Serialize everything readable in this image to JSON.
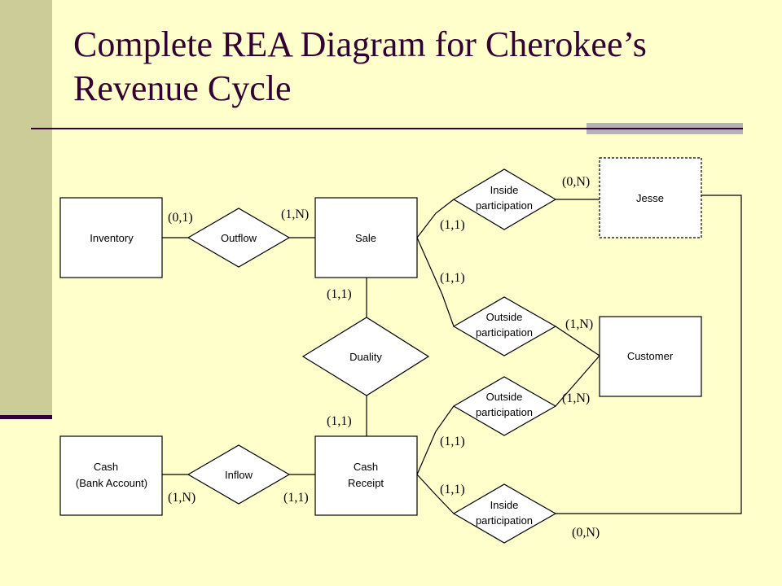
{
  "title": "Complete REA Diagram for Cherokee’s Revenue Cycle",
  "entities": {
    "inventory": "Inventory",
    "sale": "Sale",
    "jesse": "Jesse",
    "customer": "Customer",
    "cash": [
      "Cash",
      "(Bank Account)"
    ],
    "cash_receipt": [
      "Cash",
      "Receipt"
    ]
  },
  "relationships": {
    "outflow": "Outflow",
    "duality": "Duality",
    "inflow": "Inflow",
    "inside_participation_sale": [
      "Inside",
      "participation"
    ],
    "outside_participation_sale": [
      "Outside",
      "participation"
    ],
    "outside_participation_receipt": [
      "Outside",
      "participation"
    ],
    "inside_participation_receipt": [
      "Inside",
      "participation"
    ]
  },
  "cardinalities": {
    "inventory_outflow": "(0,1)",
    "sale_outflow": "(1,N)",
    "sale_duality": "(1,1)",
    "receipt_duality": "(1,1)",
    "cash_inflow": "(1,N)",
    "receipt_inflow": "(1,1)",
    "sale_inside": "(1,1)",
    "jesse_inside_sale": "(0,N)",
    "sale_outside": "(1,1)",
    "customer_outside_sale": "(1,N)",
    "customer_outside_receipt": "(1,N)",
    "receipt_outside": "(1,1)",
    "receipt_inside": "(1,1)",
    "jesse_inside_receipt": "(0,N)"
  }
}
